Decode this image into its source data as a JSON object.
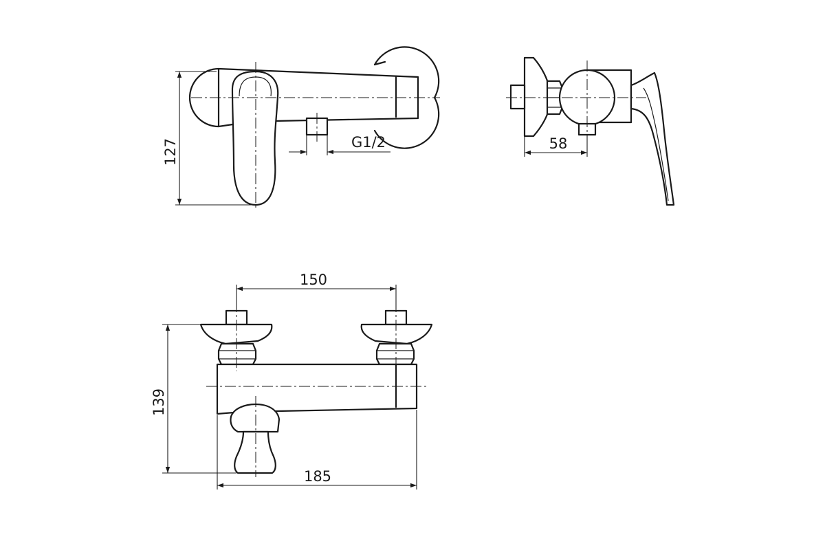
{
  "dimensions": {
    "front_height": "127",
    "thread": "G1/2",
    "side_depth": "58",
    "center_distance": "150",
    "top_height": "139",
    "total_width": "185"
  }
}
